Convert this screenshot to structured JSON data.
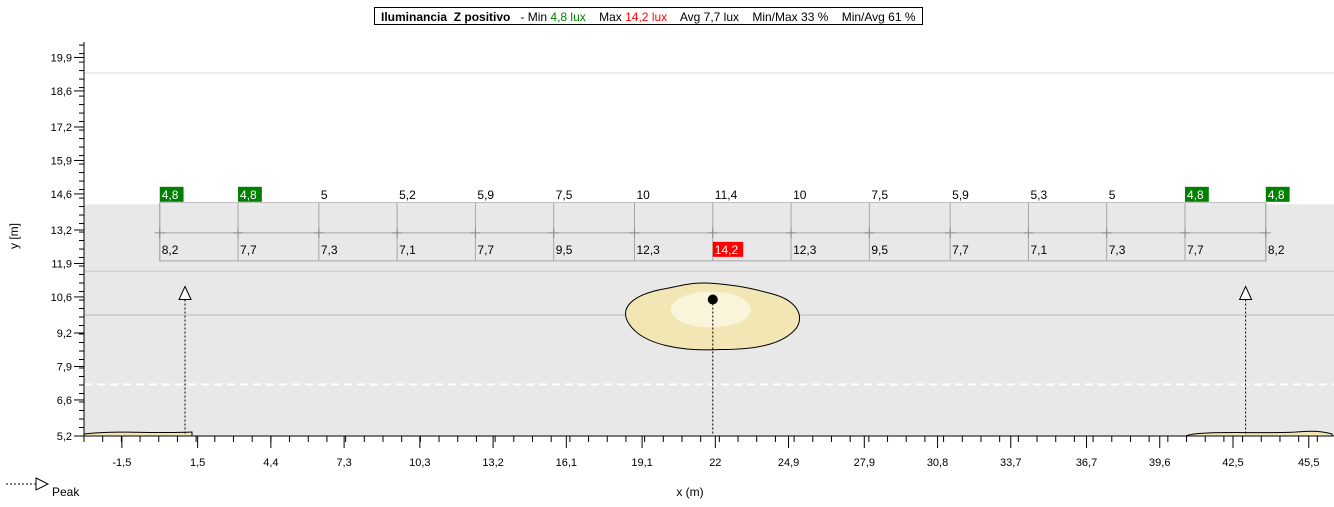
{
  "header": {
    "title": "Iluminancia",
    "plane": "Z positivo",
    "sep": "- Min",
    "min_value": "4,8 lux",
    "max_label": "Max",
    "max_value": "14,2 lux",
    "avg": "Avg 7,7 lux",
    "min_max": "Min/Max 33 %",
    "min_avg": "Min/Avg 61 %"
  },
  "legend": {
    "peak_label": "Peak"
  },
  "colors": {
    "min_highlight": "#008000",
    "max_highlight": "#ff0000",
    "band_fill": "#e8e8e8",
    "cloud_fill": "#f2e6b4"
  },
  "chart_data": {
    "type": "table",
    "xlabel": "x (m)",
    "ylabel": "y [m]",
    "xlim": [
      -3.0,
      46.5
    ],
    "ylim": [
      5.2,
      20.5
    ],
    "x_ticks": [
      "-1,5",
      "1,5",
      "4,4",
      "7,3",
      "10,3",
      "13,2",
      "16,1",
      "19,1",
      "22",
      "24,9",
      "27,9",
      "30,8",
      "33,7",
      "36,7",
      "39,6",
      "42,5",
      "45,5"
    ],
    "x_tick_values": [
      -1.5,
      1.5,
      4.4,
      7.3,
      10.3,
      13.2,
      16.1,
      19.1,
      22,
      24.9,
      27.9,
      30.8,
      33.7,
      36.7,
      39.6,
      42.5,
      45.5
    ],
    "y_ticks": [
      "5,2",
      "6,6",
      "7,9",
      "9,2",
      "10,6",
      "11,9",
      "13,2",
      "14,6",
      "15,9",
      "17,2",
      "18,6",
      "19,9"
    ],
    "y_tick_values": [
      5.2,
      6.6,
      7.9,
      9.2,
      10.6,
      11.9,
      13.2,
      14.6,
      15.9,
      17.2,
      18.6,
      19.9
    ],
    "grid_x": [
      0.0,
      3.1,
      6.3,
      9.4,
      12.5,
      15.6,
      18.8,
      21.9,
      25.0,
      28.1,
      31.3,
      34.4,
      37.5,
      40.6,
      43.8
    ],
    "grid_row_y": [
      14.1,
      12.7
    ],
    "row_top": [
      "4,8",
      "4,8",
      "5",
      "5,2",
      "5,9",
      "7,5",
      "10",
      "11,4",
      "10",
      "7,5",
      "5,9",
      "5,3",
      "5",
      "4,8",
      "4,8"
    ],
    "row_bottom": [
      "8,2",
      "7,7",
      "7,3",
      "7,1",
      "7,7",
      "9,5",
      "12,3",
      "14,2",
      "12,3",
      "9,5",
      "7,7",
      "7,1",
      "7,3",
      "7,7",
      "8,2"
    ],
    "min_value": 4.8,
    "max_value": 14.2,
    "luminaire_x": [
      1.0,
      21.9,
      43.0
    ],
    "luminaire_y": 10.5,
    "calc_band_y": [
      9.9,
      14.2
    ]
  }
}
